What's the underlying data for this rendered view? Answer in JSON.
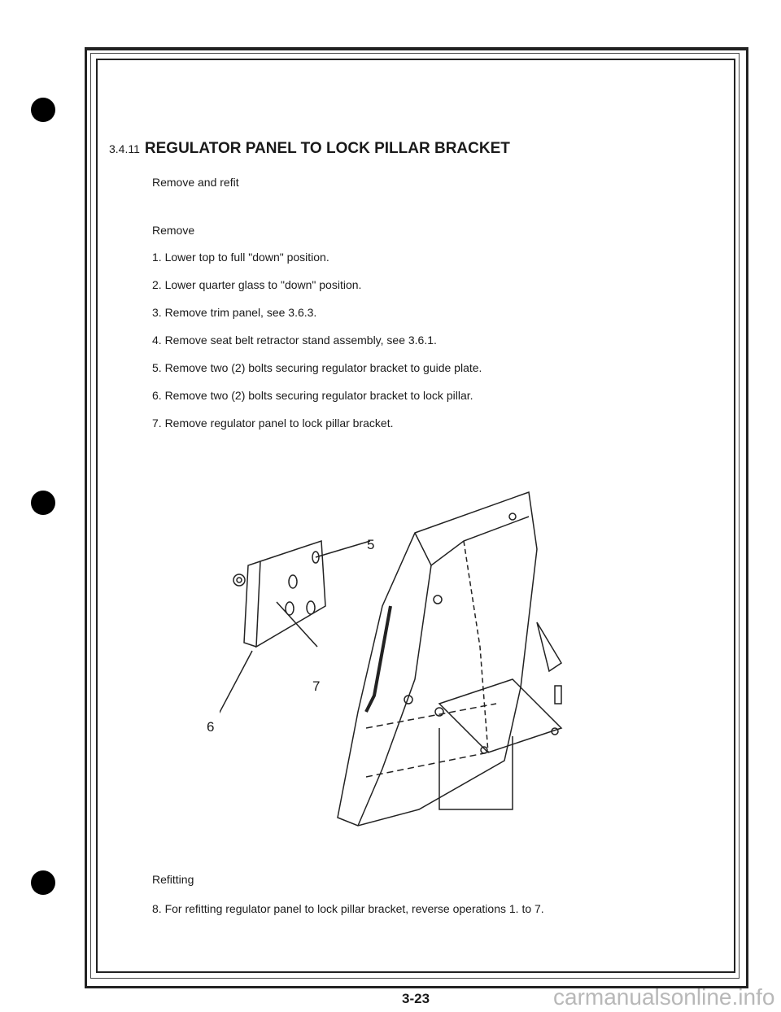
{
  "section": {
    "number": "3.4.11",
    "title": "REGULATOR PANEL TO LOCK PILLAR BRACKET"
  },
  "subtitle": "Remove and refit",
  "remove": {
    "heading": "Remove",
    "steps": [
      "1.  Lower top to full \"down\" position.",
      "2. Lower quarter glass to \"down\" position.",
      "3. Remove trim panel, see 3.6.3.",
      "4. Remove seat belt retractor stand assembly, see 3.6.1.",
      "5. Remove two (2) bolts securing regulator bracket to guide plate.",
      "6. Remove two (2) bolts securing regulator bracket to lock pillar.",
      "7. Remove regulator panel to lock pillar bracket."
    ]
  },
  "diagram": {
    "callouts": [
      "5",
      "6",
      "7"
    ]
  },
  "refitting": {
    "heading": "Refitting",
    "steps": [
      "8. For refitting regulator panel to lock pillar bracket, reverse operations 1. to 7."
    ]
  },
  "footer": {
    "page": "3-23",
    "watermark": "carmanualsonline.info"
  }
}
